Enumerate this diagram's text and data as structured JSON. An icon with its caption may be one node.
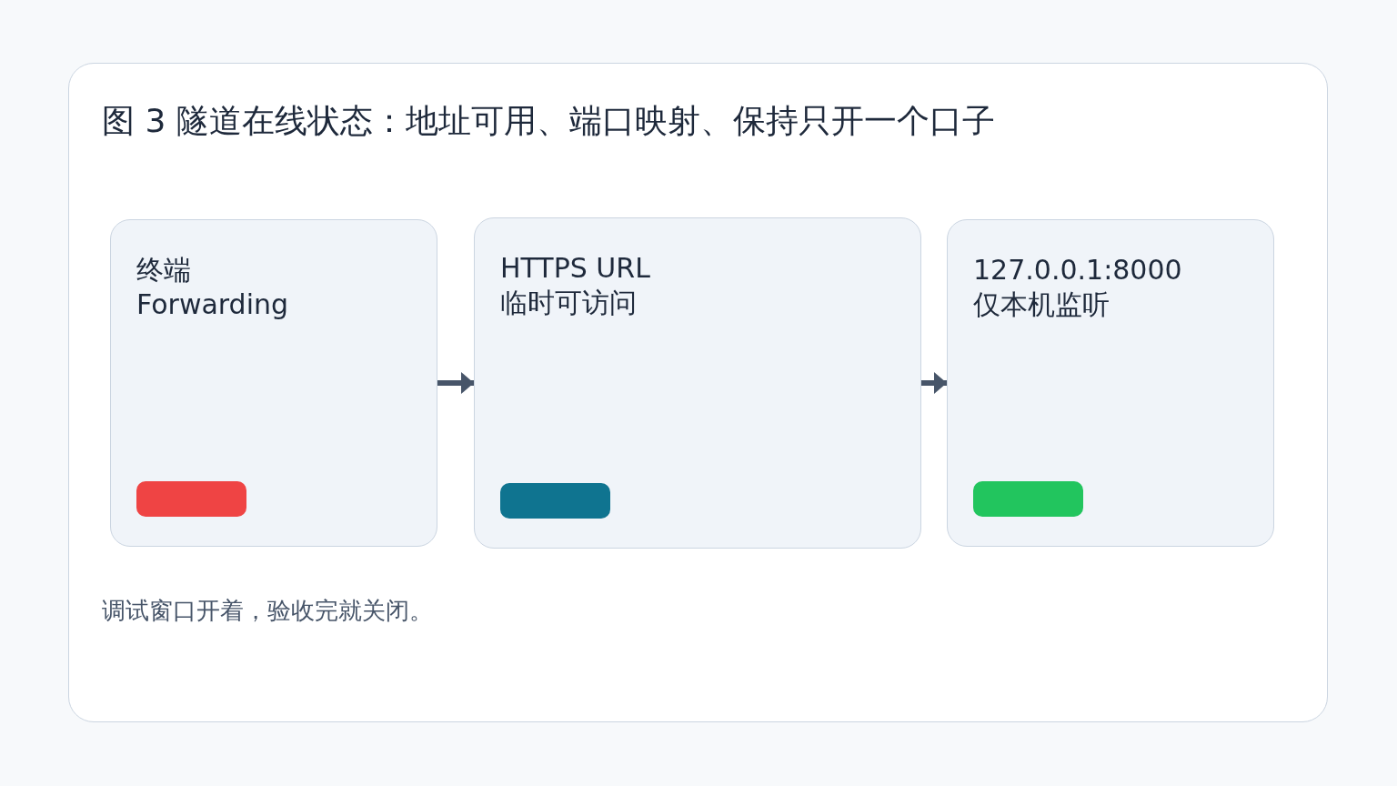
{
  "diagram": {
    "title": "图 3 隧道在线状态：地址可用、端口映射、保持只开一个口子",
    "nodes": [
      {
        "text": [
          "终端",
          "Forwarding"
        ]
      },
      {
        "text": [
          "HTTPS URL",
          "临时可访问"
        ]
      },
      {
        "text": [
          "127.0.0.1:8000",
          "仅本机监听"
        ]
      }
    ],
    "edges": [
      {
        "from": 0,
        "to": 1,
        "arrow": "to"
      },
      {
        "from": 1,
        "to": 2,
        "arrow": "to"
      }
    ],
    "labels": [
      "调试窗口开着，验收完就关闭。"
    ]
  }
}
